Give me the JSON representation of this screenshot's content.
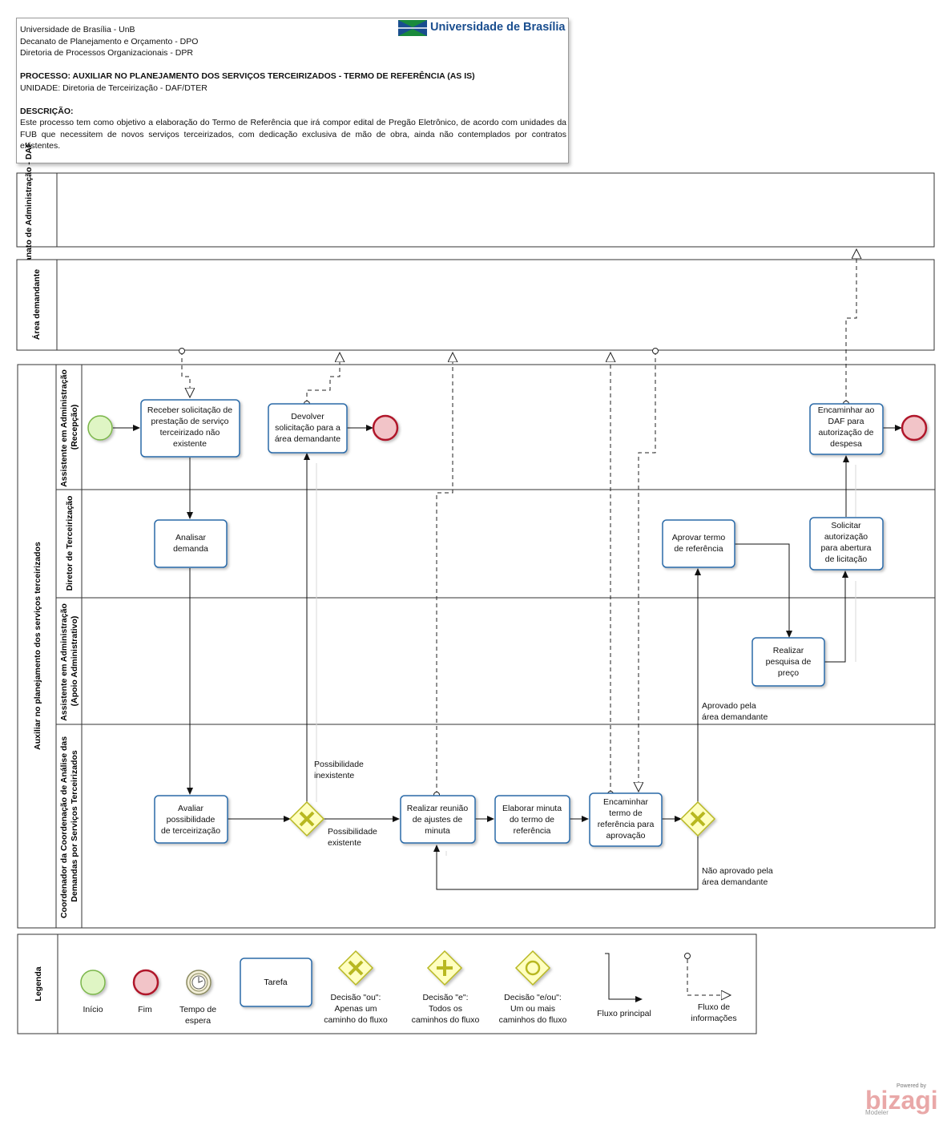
{
  "header": {
    "lines": [
      "Universidade de Brasília - UnB",
      "Decanato de Planejamento e Orçamento - DPO",
      "Diretoria de Processos Organizacionais - DPR"
    ],
    "process": "PROCESSO: AUXILIAR NO PLANEJAMENTO DOS SERVIÇOS TERCEIRIZADOS - TERMO DE REFERÊNCIA (AS IS)",
    "unit": "UNIDADE: Diretoria de Terceirização - DAF/DTER",
    "description_title": "DESCRIÇÃO:",
    "description": "Este processo tem como objetivo a elaboração do Termo de Referência que irá compor edital de Pregão Eletrônico, de acordo com unidades da FUB que necessitem de novos serviços terceirizados, com dedicação exclusiva de mão de obra, ainda não contemplados por contratos existentes.",
    "logo_text": "Universidade de Brasília",
    "logo_colors": [
      "#1a4e8f",
      "#1a8a3c"
    ]
  },
  "pools": {
    "daf": "Decanato de Administração - DAF",
    "area": "Área demandante",
    "main": "Auxiliar no planejamento dos serviços terceirizados"
  },
  "lanes": {
    "recepcao": [
      "Assistente em Administração",
      "(Recepção)"
    ],
    "diretor": [
      "Diretor de Terceirização"
    ],
    "apoio": [
      "Assistente em Administração",
      "(Apoio Administrativo)"
    ],
    "coord": [
      "Coordenador da Coordenação de Análise das",
      "Demandas por Serviços Terceirizados"
    ]
  },
  "tasks": {
    "receber": [
      "Receber solicitação de",
      "prestação de serviço",
      "terceirizado não",
      "existente"
    ],
    "devolver": [
      "Devolver",
      "solicitação para a",
      "área demandante"
    ],
    "encaminhar_daf": [
      "Encaminhar ao",
      "DAF para",
      "autorização de",
      "despesa"
    ],
    "analisar": [
      "Analisar",
      "demanda"
    ],
    "aprovar": [
      "Aprovar termo",
      "de referência"
    ],
    "solicitar": [
      "Solicitar",
      "autorização",
      "para abertura",
      "de licitação"
    ],
    "pesquisa": [
      "Realizar",
      "pesquisa de",
      "preço"
    ],
    "avaliar": [
      "Avaliar",
      "possibilidade",
      "de terceirização"
    ],
    "reuniao": [
      "Realizar reunião",
      "de ajustes de",
      "minuta"
    ],
    "elaborar": [
      "Elaborar minuta",
      "do termo de",
      "referência"
    ],
    "encaminhar_aprov": [
      "Encaminhar",
      "termo de",
      "referência para",
      "aprovação"
    ]
  },
  "flow_labels": {
    "inexistente": [
      "Possibilidade",
      "inexistente"
    ],
    "existente": [
      "Possibilidade",
      "existente"
    ],
    "aprovado": [
      "Aprovado pela",
      "área demandante"
    ],
    "nao_aprovado": [
      "Não aprovado pela",
      "área demandante"
    ]
  },
  "legend": {
    "title": "Legenda",
    "inicio": [
      "Início"
    ],
    "fim": [
      "Fim"
    ],
    "tempo": [
      "Tempo de",
      "espera"
    ],
    "tarefa": [
      "Tarefa"
    ],
    "ou": [
      "Decisão \"ou\":",
      "Apenas um",
      "caminho do fluxo"
    ],
    "e": [
      "Decisão \"e\":",
      "Todos os",
      "caminhos do fluxo"
    ],
    "eou": [
      "Decisão \"e/ou\":",
      "Um ou mais",
      "caminhos do fluxo"
    ],
    "fluxo_principal": [
      "Fluxo principal"
    ],
    "fluxo_info": [
      "Fluxo de",
      "informações"
    ]
  },
  "colors": {
    "task_border": "#2a6aa8",
    "start_fill": "#dff5c4",
    "start_stroke": "#7ab648",
    "end_fill": "#f2c4c8",
    "end_stroke": "#b0192a",
    "gateway_fill": "#ffffc0",
    "gateway_stroke": "#b8b820"
  },
  "bizagi": {
    "powered": "Powered by",
    "brand": "bizagi",
    "product": "Modeler"
  }
}
